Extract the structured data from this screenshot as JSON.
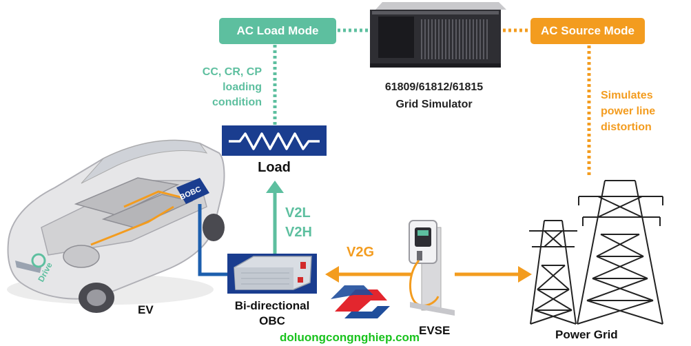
{
  "ac_load_mode": "AC Load Mode",
  "ac_source_mode": "AC Source Mode",
  "grid_simulator": {
    "model_line": "61809/61812/61815",
    "name_line": "Grid Simulator"
  },
  "loading_condition": [
    "CC, CR, CP",
    "loading",
    "condition"
  ],
  "load_label": "Load",
  "simulates": [
    "Simulates",
    "power line",
    "distortion"
  ],
  "v2l": "V2L",
  "v2h": "V2H",
  "v2g": "V2G",
  "bobc_label": "BOBC",
  "edrive_label": "Drive",
  "ev_label": "EV",
  "obc_label": [
    "Bi-directional",
    "OBC"
  ],
  "evse_label": "EVSE",
  "power_grid_label": "Power Grid",
  "watermark": "doluongcongnghiep.com",
  "colors": {
    "teal": "#5dbf9f",
    "orange": "#f39c1f",
    "navy": "#1a3d8f",
    "wire_blue": "#1d5fae",
    "watermark_green": "#19c21d",
    "logo_red": "#e3262e",
    "logo_blue": "#1f4e9c"
  }
}
